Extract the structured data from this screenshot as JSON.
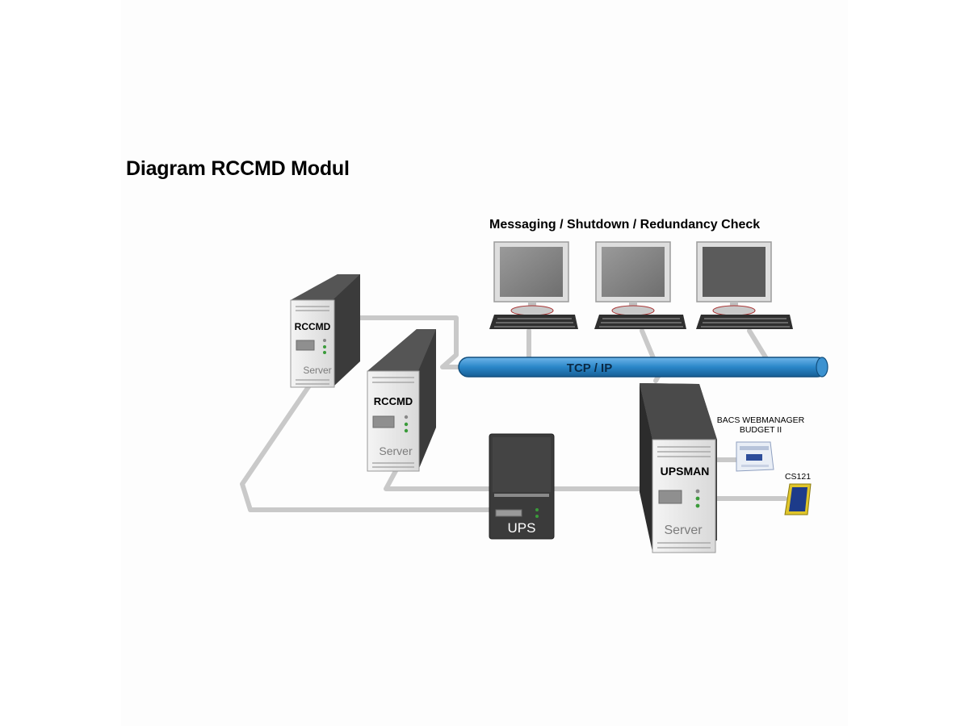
{
  "diagram": {
    "title": "Diagram RCCMD Modul",
    "subtitle": "Messaging / Shutdown / Redundancy Check",
    "network_label": "TCP / IP",
    "servers": [
      {
        "name": "RCCMD",
        "type": "Server"
      },
      {
        "name": "RCCMD",
        "type": "Server"
      },
      {
        "name": "UPSMAN",
        "type": "Server"
      }
    ],
    "ups_label": "UPS",
    "webmanager_label_line1": "BACS WEBMANAGER",
    "webmanager_label_line2": "BUDGET II",
    "cs_label": "CS121"
  },
  "colors": {
    "bus": "#2a86c8",
    "cable": "#cfcfcf",
    "case_dark": "#3a3a3a",
    "panel": "#eeeeee"
  }
}
